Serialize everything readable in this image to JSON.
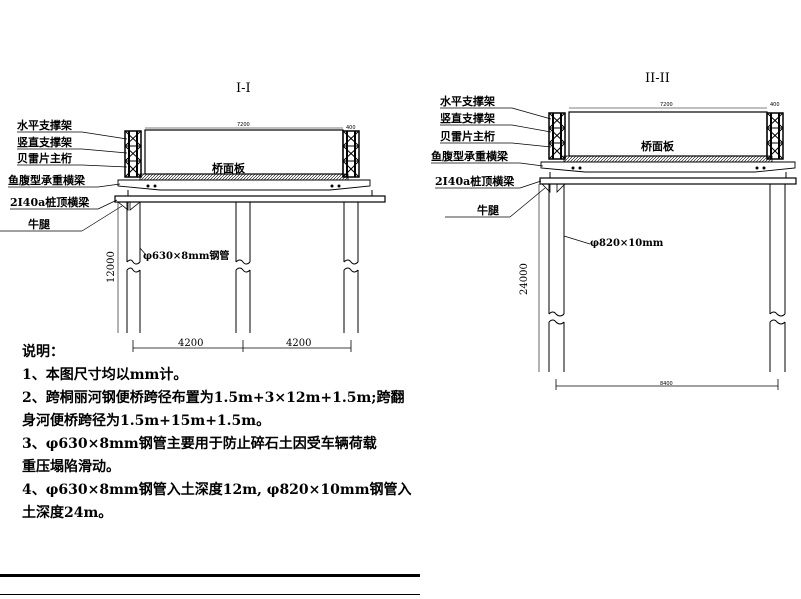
{
  "section1": {
    "title": "I-I",
    "width_label": "7200",
    "small_label": "400",
    "deck_label": "桥面板",
    "pipe_label": "φ630×8mm钢管",
    "height_label": "12000",
    "span_left": "4200",
    "span_right": "4200",
    "labels": [
      "水平支撑架",
      "竖直支撑架",
      "贝雷片主桁",
      "鱼腹型承重横梁",
      "2I40a桩顶横梁",
      "牛腿"
    ]
  },
  "section2": {
    "title": "II-II",
    "width_label": "7200",
    "small_label": "400",
    "deck_label": "桥面板",
    "pipe_label": "φ820×10mm",
    "height_label": "24000",
    "span_label": "8400",
    "labels": [
      "水平支撑架",
      "竖直支撑架",
      "贝雷片主桁",
      "鱼腹型承重横梁",
      "2I40a桩顶横梁",
      "牛腿"
    ]
  },
  "notes": {
    "heading": "说明：",
    "lines": [
      "1、本图尺寸均以mm计。",
      "2、跨桐丽河钢便桥跨径布置为1.5m+3×12m+1.5m;跨翻",
      "身河便桥跨径为1.5m+15m+1.5m。",
      "3、φ630×8mm钢管主要用于防止碎石土因受车辆荷载",
      "重压塌陷滑动。",
      "4、φ630×8mm钢管入土深度12m, φ820×10mm钢管入",
      "土深度24m。"
    ]
  }
}
